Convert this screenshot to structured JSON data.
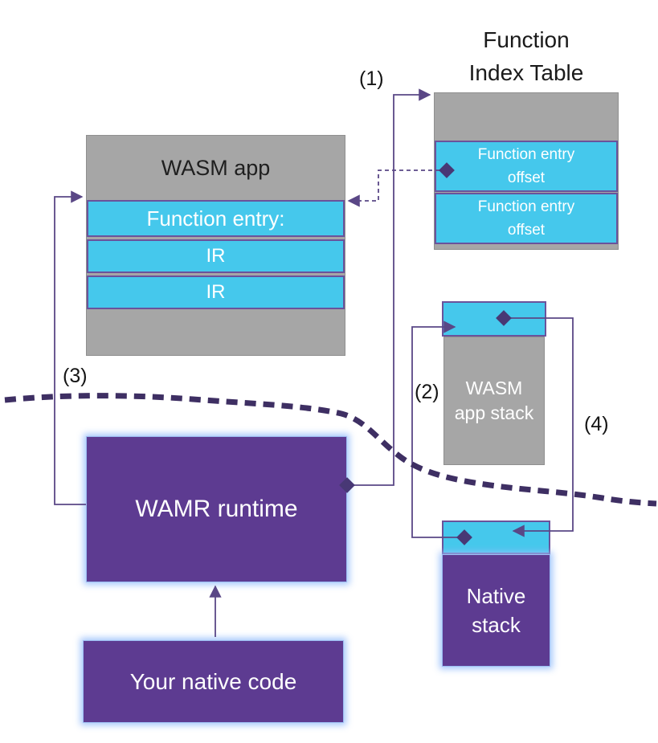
{
  "function_index_table": {
    "title_lines": [
      "Function",
      "Index Table"
    ],
    "rows": [
      {
        "lines": [
          "Function entry",
          "offset"
        ]
      },
      {
        "lines": [
          "Function entry",
          "offset"
        ]
      }
    ]
  },
  "wasm_app": {
    "title": "WASM app",
    "function_entry": "Function entry:",
    "ir1": "IR",
    "ir2": "IR"
  },
  "wasm_app_stack": {
    "lines": [
      "WASM",
      "app stack"
    ]
  },
  "native_stack": {
    "lines": [
      "Native",
      "stack"
    ]
  },
  "wamr_runtime": {
    "label": "WAMR runtime"
  },
  "native_code": {
    "label": "Your native code"
  },
  "labels": {
    "n1": "(1)",
    "n2": "(2)",
    "n3": "(3)",
    "n4": "(4)"
  },
  "colors": {
    "gray": "#a6a6a6",
    "cyan": "#45c8ec",
    "purple": "#5d3b91",
    "divider_dark_purple": "#3e2f63",
    "connector_purple": "#5a4786"
  }
}
